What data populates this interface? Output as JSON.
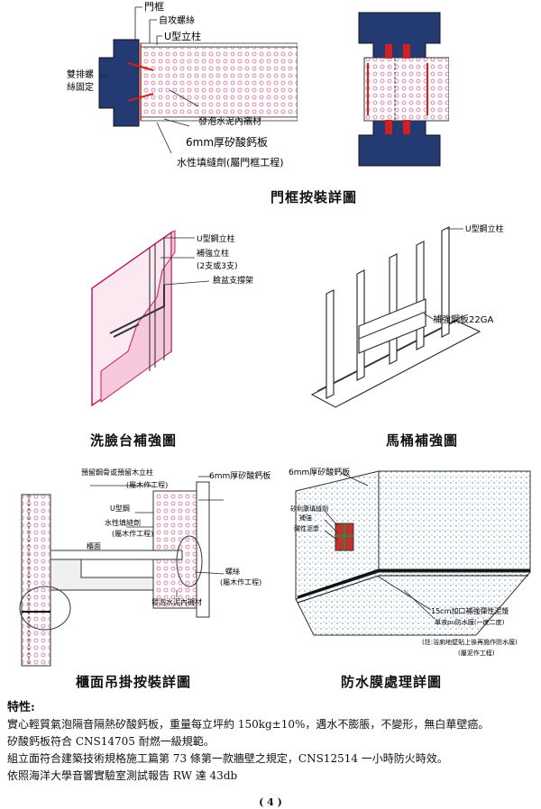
{
  "fig1": {
    "labels": {
      "door_frame": "門框",
      "self_tap_screw": "自攻螺絲",
      "u_stud": "U型立柱",
      "double_screw": "雙排螺",
      "screw_fix": "絲固定",
      "foam_core": "發泡水泥內襯材",
      "board_6mm": "6mm厚矽酸鈣板",
      "sealant": "水性填縫劑(屬門框工程)"
    },
    "caption": "門框按裝詳圖"
  },
  "fig2": {
    "labels": {
      "u_stud": "U型鋼立柱",
      "reinforce_stud": "補強立柱",
      "spec": "(2支或3支)",
      "support_frame": "臉盆支撐架"
    },
    "caption": "洗臉台補強圖"
  },
  "fig3": {
    "labels": {
      "u_stud": "U型鋼立柱",
      "plate": "補強鋼板22GA"
    },
    "caption": "馬桶補強圖"
  },
  "fig4": {
    "labels": {
      "reserved_wood": "預留鋼骨或預留木立柱",
      "reserved_wood_sub": "(屬木作工程)",
      "u_stud": "U型鋼",
      "board_6mm": "6mm厚矽酸鈣板",
      "sealant": "水性填縫劑",
      "sealant_sub": "(屬木作工程)",
      "cabinet": "櫃面",
      "anchor": "螺絲",
      "anchor_sub": "(屬木作工程)",
      "foam_core": "發泡水泥內襯材"
    },
    "caption": "櫃面吊掛按裝詳圖"
  },
  "fig5": {
    "labels": {
      "board_6mm": "6mm厚矽酸鈣板",
      "caulk_a": "矽利康填縫劑",
      "caulk_b": "補強",
      "caulk_c": "彈性泥漿",
      "height_15cm": "15cm加口補強彈性泥漿",
      "pu_layer": "單液pu防水膜(一底二度)",
      "note": "(註:浴廁地壁貼上後再施作防水膜)",
      "note_sub": "(屬泥作工程)"
    },
    "caption": "防水膜處理詳圖"
  },
  "notes": {
    "heading": "特性:",
    "line1": "實心輕質氣泡隔音隔熱矽酸鈣板，重量每立坪約 150kg±10%，遇水不膨脹，不變形，無白華壁癌。",
    "line2": "矽酸鈣板符合 CNS14705 耐燃一級規範。",
    "line3": "組立面符合建築技術規格施工篇第 73 條第一款牆壁之規定，CNS12514 一小時防火時效。",
    "line4": "依照海洋大學音響實驗室測試報告 RW 達 43db"
  },
  "page_number": "( 4 )"
}
